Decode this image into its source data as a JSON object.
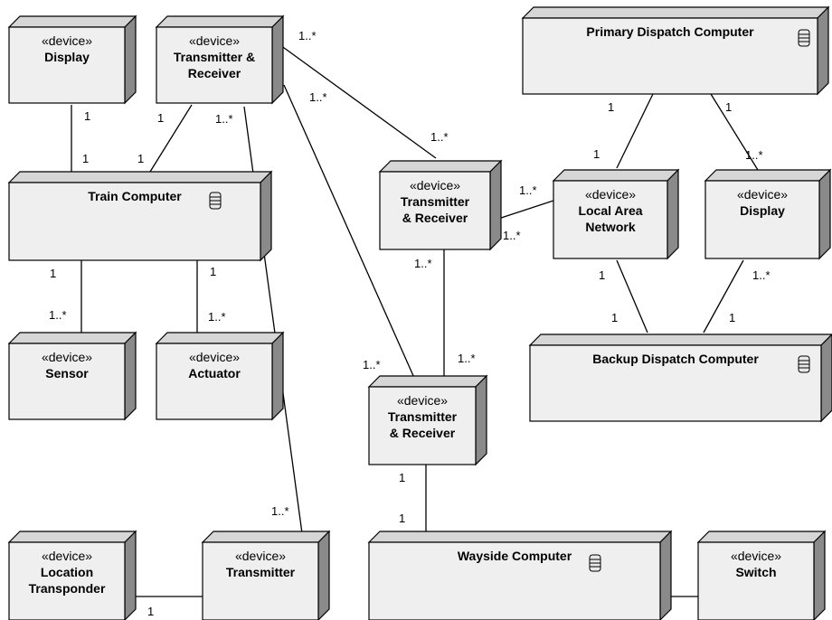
{
  "stereotype": "«device»",
  "nodes": {
    "display_tl": {
      "stereotype": "«device»",
      "name": [
        "Display"
      ]
    },
    "txrx_top": {
      "stereotype": "«device»",
      "name": [
        "Transmitter &",
        "Receiver"
      ]
    },
    "train_computer": {
      "name": [
        "Train Computer"
      ],
      "icon": "database-icon"
    },
    "sensor": {
      "stereotype": "«device»",
      "name": [
        "Sensor"
      ]
    },
    "actuator": {
      "stereotype": "«device»",
      "name": [
        "Actuator"
      ]
    },
    "location_transponder": {
      "stereotype": "«device»",
      "name": [
        "Location",
        "Transponder"
      ]
    },
    "transmitter": {
      "stereotype": "«device»",
      "name": [
        "Transmitter"
      ]
    },
    "txrx_mid": {
      "stereotype": "«device»",
      "name": [
        "Transmitter",
        "& Receiver"
      ]
    },
    "txrx_low": {
      "stereotype": "«device»",
      "name": [
        "Transmitter",
        "& Receiver"
      ]
    },
    "primary_dispatch": {
      "name": [
        "Primary Dispatch Computer"
      ],
      "icon": "database-icon"
    },
    "lan": {
      "stereotype": "«device»",
      "name": [
        "Local Area",
        "Network"
      ]
    },
    "display_r": {
      "stereotype": "«device»",
      "name": [
        "Display"
      ]
    },
    "backup_dispatch": {
      "name": [
        "Backup Dispatch Computer"
      ],
      "icon": "database-icon"
    },
    "wayside_computer": {
      "name": [
        "Wayside Computer"
      ],
      "icon": "database-icon"
    },
    "switch": {
      "stereotype": "«device»",
      "name": [
        "Switch"
      ]
    }
  },
  "multiplicities": [
    {
      "id": "m1",
      "text": "1"
    },
    {
      "id": "m2",
      "text": "1"
    },
    {
      "id": "m3",
      "text": "1"
    },
    {
      "id": "m4",
      "text": "1"
    },
    {
      "id": "m5",
      "text": "1..*"
    },
    {
      "id": "m6",
      "text": "1..*"
    },
    {
      "id": "m7",
      "text": "1..*"
    },
    {
      "id": "m8",
      "text": "1"
    },
    {
      "id": "m9",
      "text": "1..*"
    },
    {
      "id": "m10",
      "text": "1"
    },
    {
      "id": "m11",
      "text": "1..*"
    },
    {
      "id": "m12",
      "text": "1..*"
    },
    {
      "id": "m13",
      "text": "1..*"
    },
    {
      "id": "m14",
      "text": "1..*"
    },
    {
      "id": "m15",
      "text": "1..*"
    },
    {
      "id": "m16",
      "text": "1..*"
    },
    {
      "id": "m17",
      "text": "1"
    },
    {
      "id": "m18",
      "text": "1"
    },
    {
      "id": "m19",
      "text": "1"
    },
    {
      "id": "m20",
      "text": "1..*"
    },
    {
      "id": "m21",
      "text": "1"
    },
    {
      "id": "m22",
      "text": "1"
    },
    {
      "id": "m23",
      "text": "1..*"
    },
    {
      "id": "m24",
      "text": "1"
    },
    {
      "id": "m25",
      "text": "1"
    },
    {
      "id": "m26",
      "text": "1"
    },
    {
      "id": "m27",
      "text": "1"
    },
    {
      "id": "m28",
      "text": "1..*"
    },
    {
      "id": "m29",
      "text": "1..*"
    }
  ]
}
